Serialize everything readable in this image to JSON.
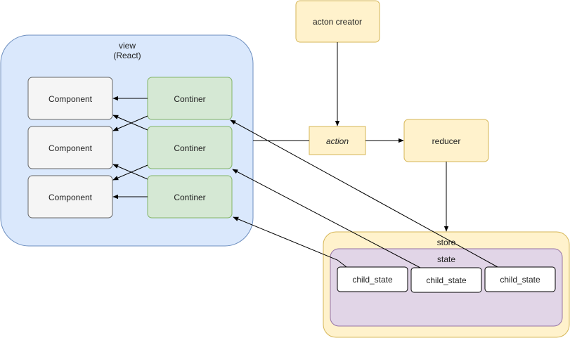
{
  "view": {
    "title": "view",
    "subtitle": "(React)"
  },
  "components": [
    "Component",
    "Component",
    "Component"
  ],
  "containers": [
    "Continer",
    "Continer",
    "Continer"
  ],
  "action_creator": "acton creator",
  "action": "action",
  "reducer": "reducer",
  "store": {
    "title": "store"
  },
  "state": {
    "title": "state",
    "children": [
      "child_state",
      "child_state",
      "child_state"
    ]
  },
  "colors": {
    "view_fill": "#dae8fc",
    "view_stroke": "#6c8ebf",
    "container_fill": "#d5e8d4",
    "container_stroke": "#82b366",
    "component_fill": "#f5f5f5",
    "component_stroke": "#666666",
    "yellow_fill": "#fff2cc",
    "yellow_stroke": "#d6b656",
    "state_fill": "#e1d5e7",
    "state_stroke": "#9673a6"
  }
}
